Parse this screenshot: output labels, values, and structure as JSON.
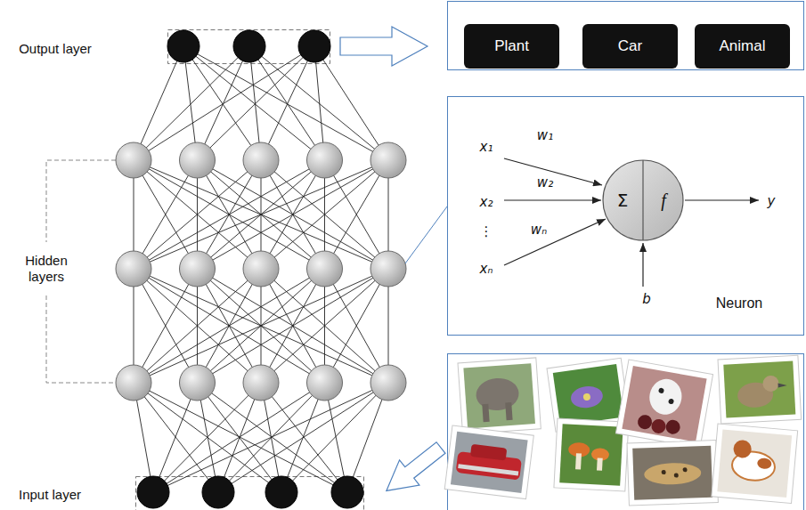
{
  "diagram": {
    "nodes": [
      {
        "text": [
          "Plant"
        ]
      },
      {
        "text": [
          "Car"
        ]
      },
      {
        "text": [
          "Animal"
        ]
      },
      {
        "text": [
          "Σ",
          "f"
        ]
      }
    ],
    "labels": [
      "Output layer",
      "Hidden layers",
      "Input layer",
      "x₁",
      "w₁",
      "w₂",
      "x₂",
      "⋮",
      "wₙ",
      "xₙ",
      "y",
      "b",
      "Neuron"
    ]
  }
}
